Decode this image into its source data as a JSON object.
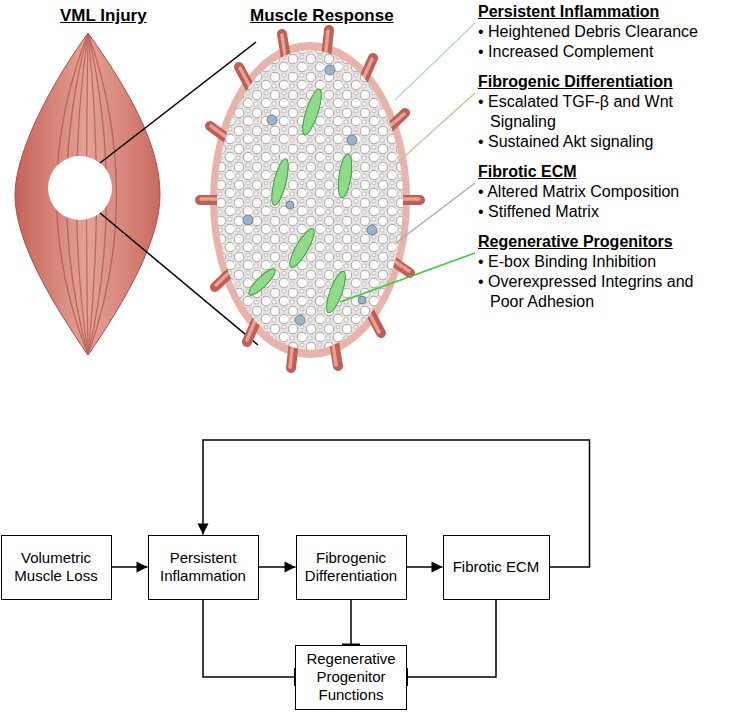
{
  "diagram": {
    "nodes": [
      {
        "text": [
          "Volumetric Muscle Loss"
        ]
      },
      {
        "text": [
          "Persistent Inflammation"
        ]
      },
      {
        "text": [
          "Fibrogenic Differentiation"
        ]
      },
      {
        "text": [
          "Fibrotic ECM"
        ]
      },
      {
        "text": [
          "Regenerative Progenitor Functions"
        ]
      }
    ],
    "edges": [
      {
        "from": 0,
        "to": 1,
        "arrow": "to"
      },
      {
        "from": 1,
        "to": 2,
        "arrow": "to"
      },
      {
        "from": 2,
        "to": 3,
        "arrow": "to"
      },
      {
        "from": 3,
        "to": 1,
        "arrow": "to"
      },
      {
        "from": 1,
        "to": 4,
        "arrow": "to"
      },
      {
        "from": 2,
        "to": 4,
        "arrow": "to"
      },
      {
        "from": 3,
        "to": 4,
        "arrow": "to"
      }
    ],
    "labels": [
      "VML Injury",
      "Muscle Response",
      "Persistent Inflammation",
      "• Heightened Debris Clearance",
      "• Increased Complement",
      "Fibrogenic Differentiation",
      "• Escalated TGF-β and Wnt Signaling",
      "• Sustained Akt signaling",
      "Fibrotic ECM",
      "• Altered Matrix Composition",
      "• Stiffened Matrix",
      "Regenerative Progenitors",
      "• E-box Binding Inhibition",
      "• Overexpressed Integrins and Poor Adhesion"
    ]
  }
}
